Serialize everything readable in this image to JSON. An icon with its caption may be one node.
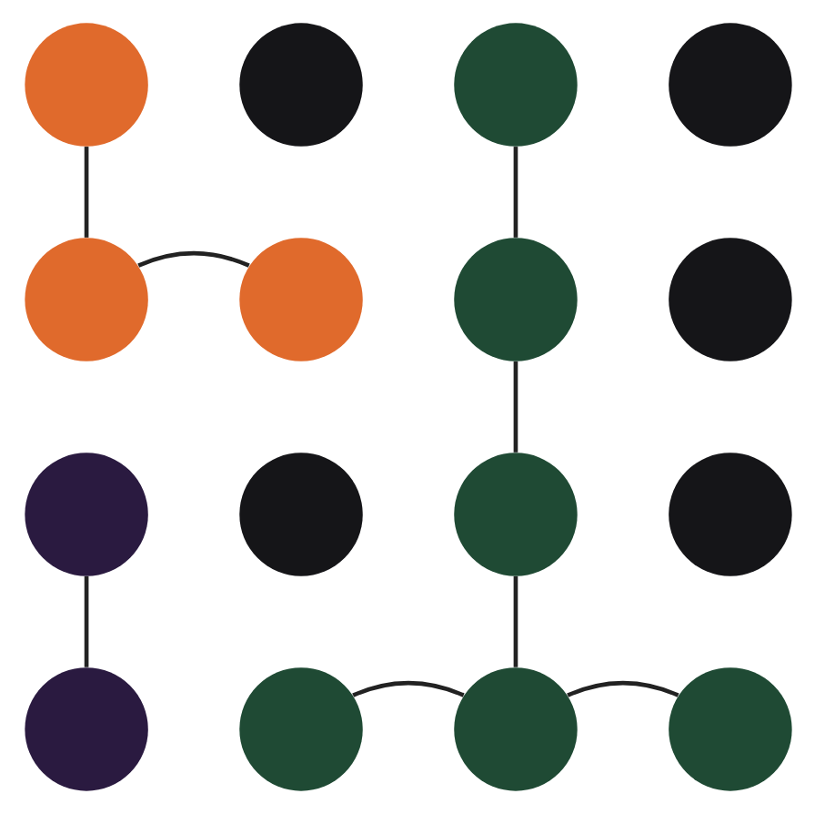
{
  "diagram": {
    "nodes": [
      {
        "text": [],
        "shape": "circle"
      },
      {
        "text": [],
        "shape": "circle"
      },
      {
        "text": [],
        "shape": "circle"
      },
      {
        "text": [],
        "shape": "circle"
      },
      {
        "text": [],
        "shape": "circle"
      },
      {
        "text": [],
        "shape": "circle"
      },
      {
        "text": [],
        "shape": "circle"
      },
      {
        "text": [],
        "shape": "circle"
      },
      {
        "text": [],
        "shape": "circle"
      },
      {
        "text": [],
        "shape": "circle"
      },
      {
        "text": [],
        "shape": "circle"
      },
      {
        "text": [],
        "shape": "circle"
      },
      {
        "text": [],
        "shape": "circle"
      },
      {
        "text": [],
        "shape": "circle"
      },
      {
        "text": [],
        "shape": "circle"
      },
      {
        "text": [],
        "shape": "circle"
      }
    ],
    "edges": [
      {
        "from": 0,
        "to": 4,
        "arrow": "none"
      },
      {
        "from": 4,
        "to": 5,
        "arrow": "none"
      },
      {
        "from": 2,
        "to": 6,
        "arrow": "none"
      },
      {
        "from": 6,
        "to": 10,
        "arrow": "none"
      },
      {
        "from": 10,
        "to": 14,
        "arrow": "none"
      },
      {
        "from": 14,
        "to": 13,
        "arrow": "none"
      },
      {
        "from": 14,
        "to": 15,
        "arrow": "none"
      },
      {
        "from": 8,
        "to": 12,
        "arrow": "none"
      }
    ]
  }
}
